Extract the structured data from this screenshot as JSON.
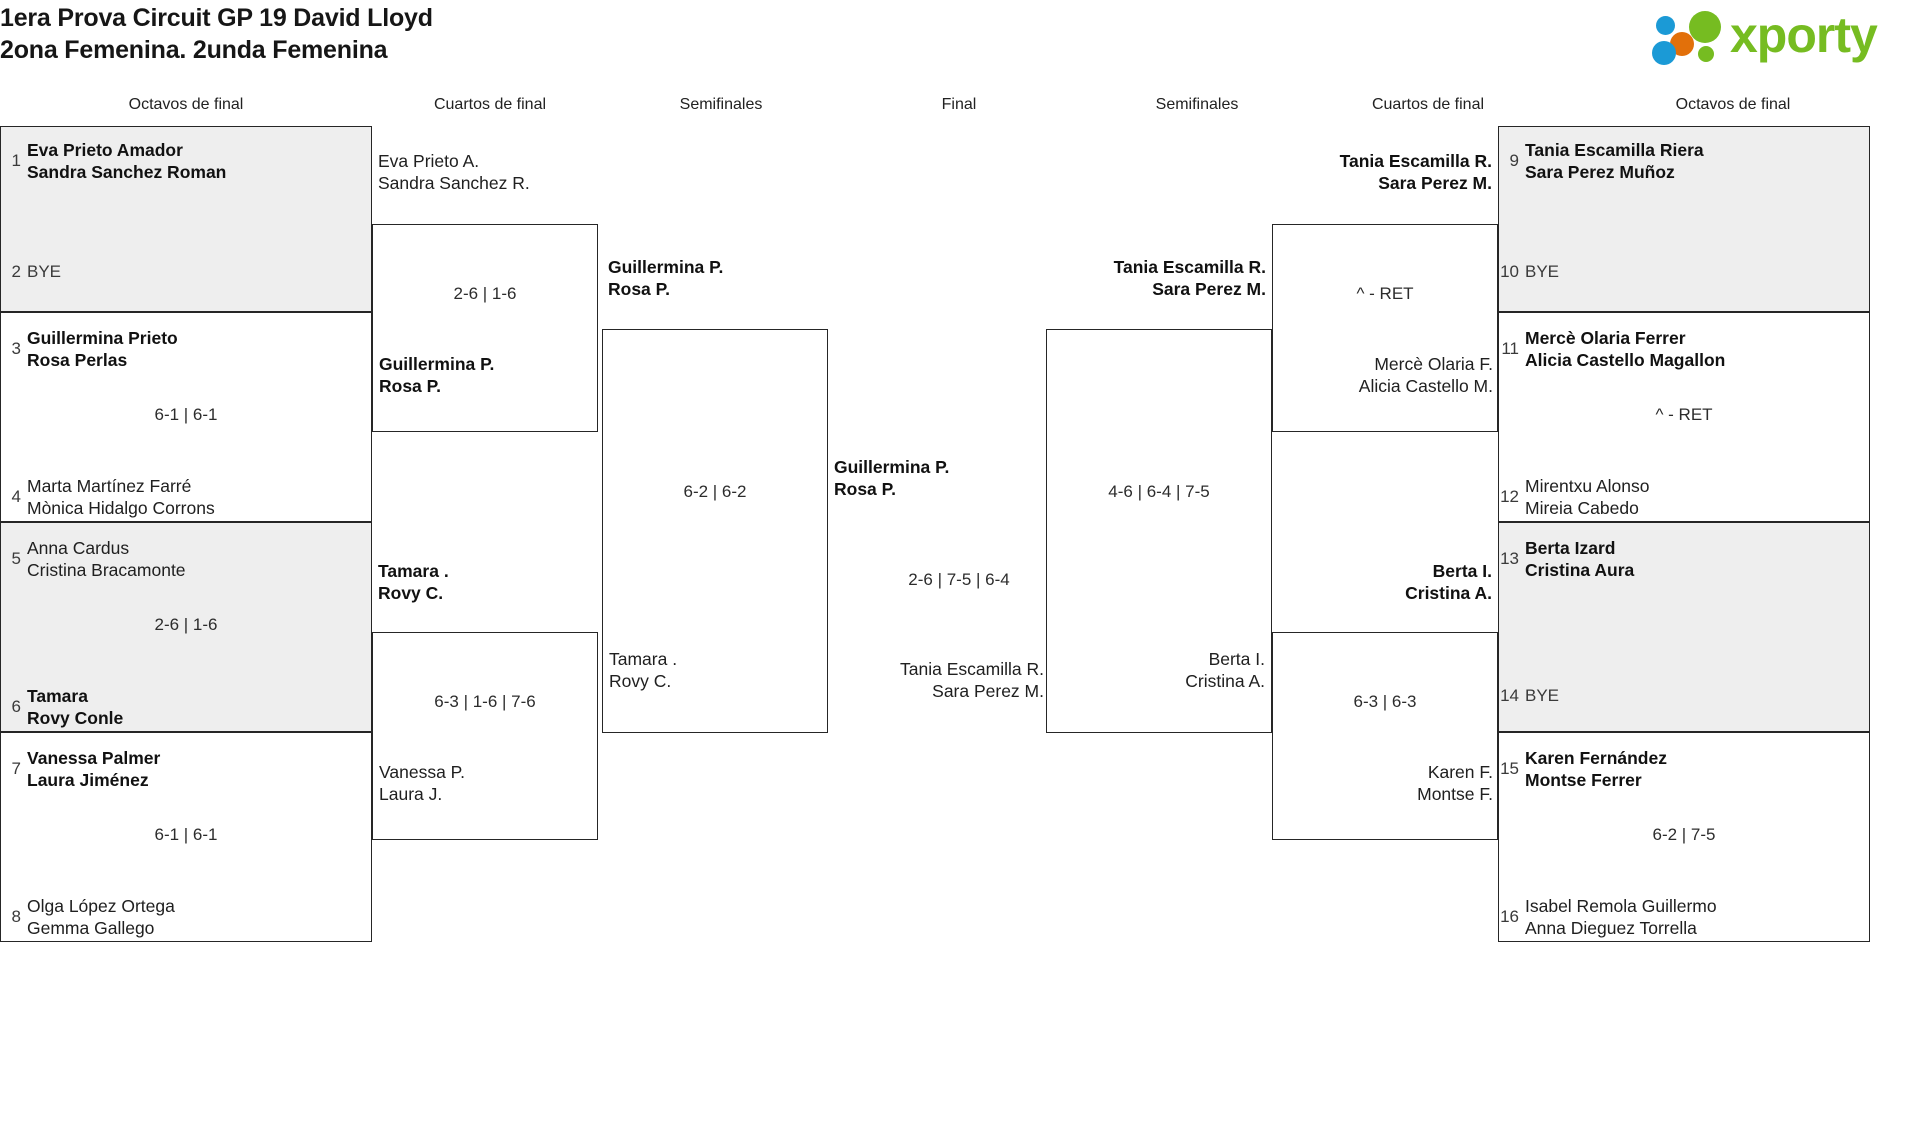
{
  "header": {
    "title_line1": "1era Prova Circuit GP 19 David Lloyd",
    "title_line2": "2ona Femenina. 2unda Femenina",
    "logo_text": "xporty",
    "colors": {
      "green": "#76bc21",
      "blue": "#1b9ad6",
      "orange": "#e2700a",
      "shade": "#eeeeee",
      "border": "#262626"
    }
  },
  "round_headers": {
    "left_r16": "Octavos de final",
    "left_qf": "Cuartos de final",
    "left_sf": "Semifinales",
    "final": "Final",
    "right_sf": "Semifinales",
    "right_qf": "Cuartos de final",
    "right_r16": "Octavos de final"
  },
  "labels": {
    "bye": "BYE"
  },
  "left_r16": [
    {
      "seed_top": "1",
      "top_line1": "Eva Prieto Amador",
      "top_line2": "Sandra Sanchez Roman",
      "top_winner": true,
      "seed_bottom": "2",
      "bottom_line1": "BYE",
      "bottom_line2": "",
      "bottom_winner": false,
      "score": "",
      "shaded": true
    },
    {
      "seed_top": "3",
      "top_line1": "Guillermina Prieto",
      "top_line2": "Rosa Perlas",
      "top_winner": true,
      "seed_bottom": "4",
      "bottom_line1": "Marta Martínez Farré",
      "bottom_line2": "Mònica Hidalgo Corrons",
      "bottom_winner": false,
      "score": "6-1 | 6-1",
      "shaded": false
    },
    {
      "seed_top": "5",
      "top_line1": "Anna Cardus",
      "top_line2": "Cristina Bracamonte",
      "top_winner": false,
      "seed_bottom": "6",
      "bottom_line1": "Tamara",
      "bottom_line2": "Rovy Conle",
      "bottom_winner": true,
      "score": "2-6 | 1-6",
      "shaded": true
    },
    {
      "seed_top": "7",
      "top_line1": "Vanessa Palmer",
      "top_line2": "Laura Jiménez",
      "top_winner": true,
      "seed_bottom": "8",
      "bottom_line1": "Olga López Ortega",
      "bottom_line2": "Gemma Gallego",
      "bottom_winner": false,
      "score": "6-1 | 6-1",
      "shaded": false
    }
  ],
  "left_qf": [
    {
      "top_line1": "Eva Prieto A.",
      "top_line2": "Sandra Sanchez R.",
      "top_winner": false,
      "bottom_line1": "Guillermina P.",
      "bottom_line2": "Rosa P.",
      "bottom_winner": true,
      "score": "2-6 | 1-6"
    },
    {
      "top_line1": "Tamara .",
      "top_line2": "Rovy C.",
      "top_winner": true,
      "bottom_line1": "Vanessa P.",
      "bottom_line2": "Laura J.",
      "bottom_winner": false,
      "score": "6-3 | 1-6 | 7-6"
    }
  ],
  "left_sf": [
    {
      "top_line1": "Guillermina P.",
      "top_line2": "Rosa P.",
      "top_winner": true,
      "bottom_line1": "Tamara .",
      "bottom_line2": "Rovy C.",
      "bottom_winner": false,
      "score": "6-2 | 6-2"
    }
  ],
  "final": {
    "top_line1": "Guillermina P.",
    "top_line2": "Rosa P.",
    "top_winner": true,
    "bottom_line1": "Tania Escamilla R.",
    "bottom_line2": "Sara Perez M.",
    "bottom_winner": false,
    "score": "2-6 | 7-5 | 6-4"
  },
  "right_sf": [
    {
      "top_line1": "Tania Escamilla R.",
      "top_line2": "Sara Perez M.",
      "top_winner": true,
      "bottom_line1": "Berta I.",
      "bottom_line2": "Cristina A.",
      "bottom_winner": false,
      "score": "4-6 | 6-4 | 7-5"
    }
  ],
  "right_qf": [
    {
      "top_line1": "Tania Escamilla R.",
      "top_line2": "Sara Perez M.",
      "top_winner": true,
      "bottom_line1": "Mercè Olaria F.",
      "bottom_line2": "Alicia Castello M.",
      "bottom_winner": false,
      "score": "^ - RET"
    },
    {
      "top_line1": "Berta I.",
      "top_line2": "Cristina A.",
      "top_winner": true,
      "bottom_line1": "Karen F.",
      "bottom_line2": "Montse F.",
      "bottom_winner": false,
      "score": "6-3 | 6-3"
    }
  ],
  "right_r16": [
    {
      "seed_top": "9",
      "top_line1": "Tania Escamilla Riera",
      "top_line2": "Sara Perez Muñoz",
      "top_winner": true,
      "seed_bottom": "10",
      "bottom_line1": "BYE",
      "bottom_line2": "",
      "bottom_winner": false,
      "score": "",
      "shaded": true
    },
    {
      "seed_top": "11",
      "top_line1": "Mercè Olaria Ferrer",
      "top_line2": "Alicia Castello Magallon",
      "top_winner": true,
      "seed_bottom": "12",
      "bottom_line1": "Mirentxu Alonso",
      "bottom_line2": "Mireia Cabedo",
      "bottom_winner": false,
      "score": "^ - RET",
      "shaded": false
    },
    {
      "seed_top": "13",
      "top_line1": "Berta Izard",
      "top_line2": "Cristina Aura",
      "top_winner": true,
      "seed_bottom": "14",
      "bottom_line1": "BYE",
      "bottom_line2": "",
      "bottom_winner": false,
      "score": "",
      "shaded": true
    },
    {
      "seed_top": "15",
      "top_line1": "Karen Fernández",
      "top_line2": "Montse Ferrer",
      "top_winner": true,
      "seed_bottom": "16",
      "bottom_line1": "Isabel Remola Guillermo",
      "bottom_line2": "Anna Dieguez Torrella",
      "bottom_winner": false,
      "score": "6-2 | 7-5",
      "shaded": false
    }
  ]
}
